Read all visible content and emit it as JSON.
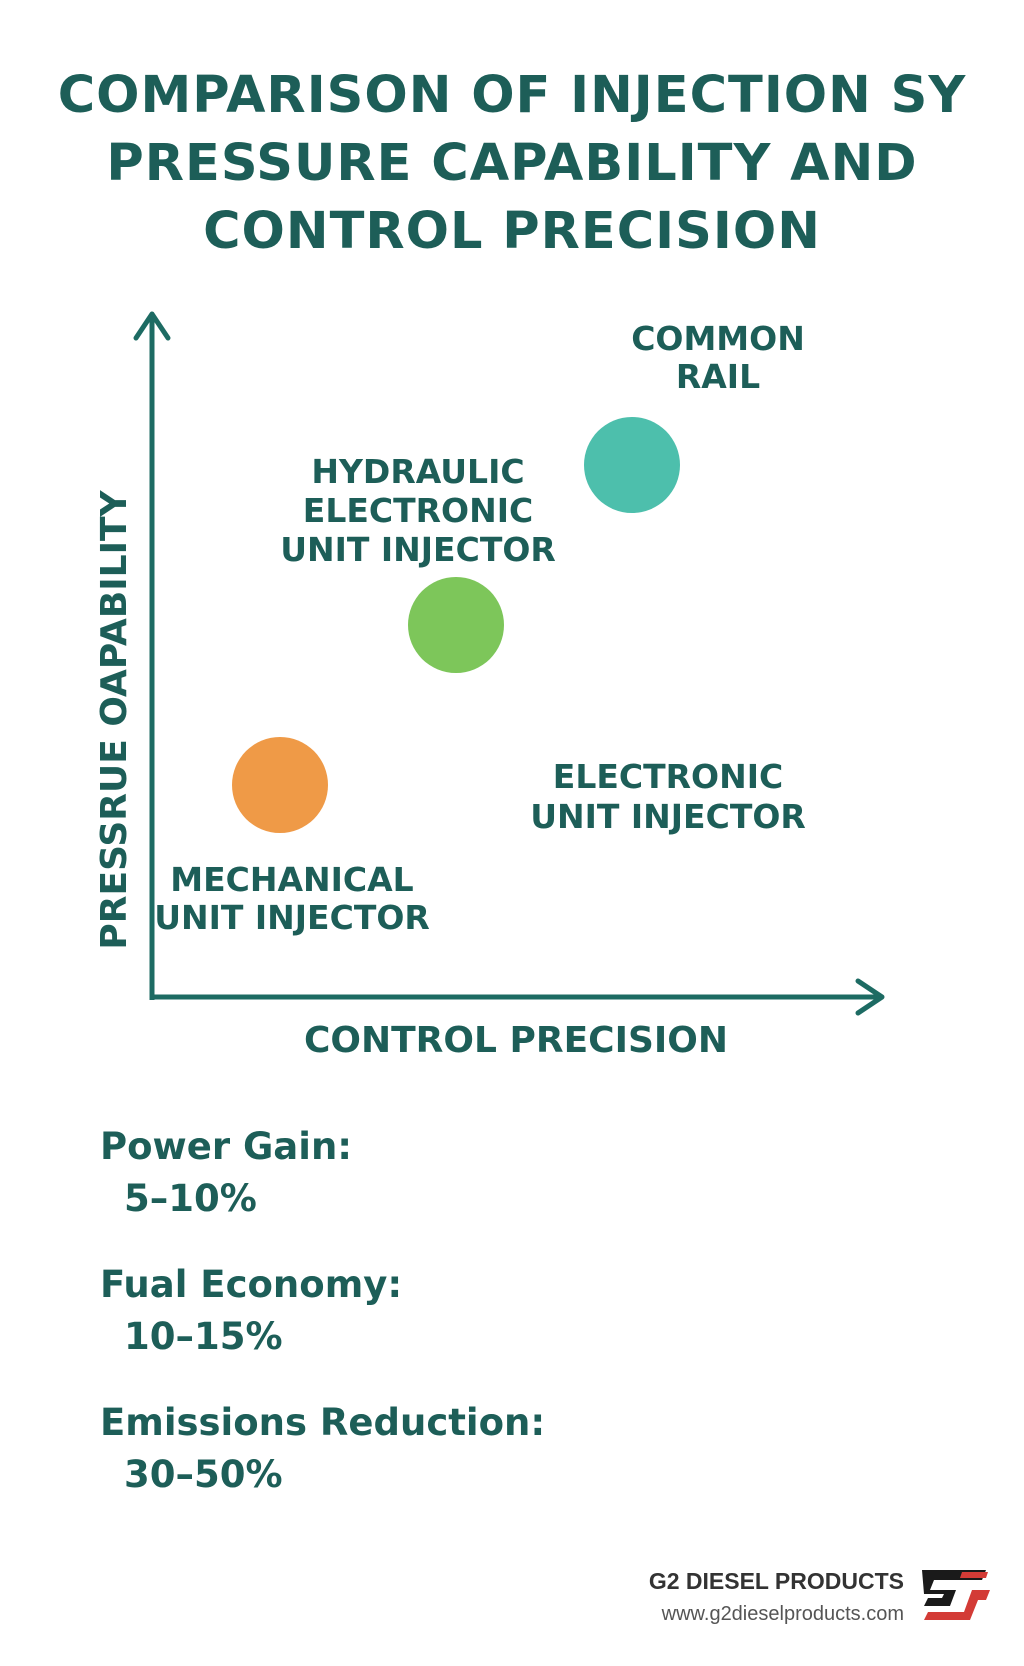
{
  "title": {
    "line1": "COMPARISON OF INJECTION SY",
    "line2": "PRESSURE CAPABILITY AND",
    "line3": "CONTROL PRECISION"
  },
  "chart_data": {
    "type": "scatter",
    "xlabel": "CONTROL PRECISION",
    "ylabel": "PRESSRUE OAPABILITY",
    "grid": false,
    "legend": "none",
    "points": [
      {
        "name": "MECHANICAL UNIT INJECTOR",
        "label_lines": [
          "MECHANICAL",
          "UNIT INJECTOR"
        ],
        "x": 1,
        "y": 1,
        "color": "#ef9a47"
      },
      {
        "name": "HYDRAULIC ELECTRONIC UNIT INJECTOR",
        "label_lines": [
          "HYDRAULIC",
          "ELECTRONIC",
          "UNIT INJECTOR"
        ],
        "x": 2,
        "y": 2,
        "color": "#7dc65a"
      },
      {
        "name": "COMMON RAIL",
        "label_lines": [
          "COMMON",
          "RAIL"
        ],
        "x": 3,
        "y": 3,
        "color": "#4dbfac"
      }
    ],
    "annotations": [
      {
        "text_lines": [
          "ELECTRONIC",
          "UNIT INJECTOR"
        ]
      }
    ],
    "axis_color": "#1d6b63"
  },
  "stats": [
    {
      "label": "Power Gain:",
      "value": "5–10%"
    },
    {
      "label": "Fual Economy:",
      "value": "10–15%"
    },
    {
      "label": "Emissions Reduction:",
      "value": "30–50%"
    }
  ],
  "footer": {
    "brand": "G2 DIESEL PRODUCTS",
    "url": "www.g2dieselproducts.com"
  }
}
